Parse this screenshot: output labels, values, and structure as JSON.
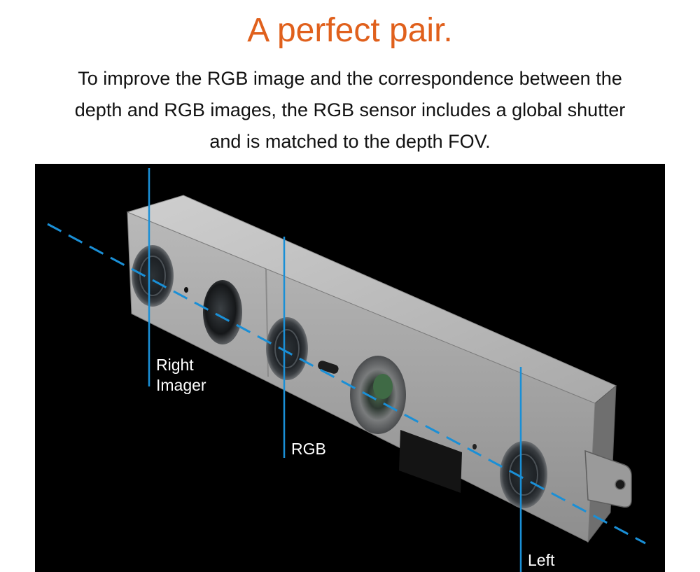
{
  "heading": {
    "title": "A perfect pair.",
    "title_color": "#e0601c",
    "description_lines": [
      "To improve the RGB image and the correspondence between the",
      "depth and RGB images, the RGB sensor includes a global shutter",
      "and is matched to the depth FOV."
    ],
    "text_color": "#111111"
  },
  "figure": {
    "background_color": "#000000",
    "line_color": "#1a8fd6",
    "callouts": {
      "right_imager": [
        "Right",
        "Imager"
      ],
      "rgb": "RGB",
      "left": "Left"
    }
  }
}
